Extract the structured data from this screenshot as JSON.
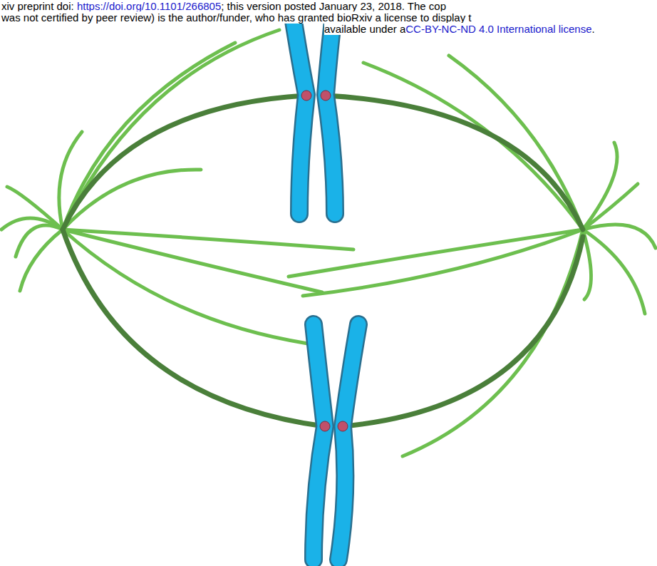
{
  "diagram": {
    "labels": [
      "xiv preprint doi: ",
      "https://doi.org/10.1101/266805",
      "; this version posted January 23, 2018. The cop",
      "was not certified by peer review) is the author/funder, who has granted bioRxiv a license to display t",
      "available under a",
      "CC-BY-NC-ND 4.0 International license",
      "."
    ]
  }
}
